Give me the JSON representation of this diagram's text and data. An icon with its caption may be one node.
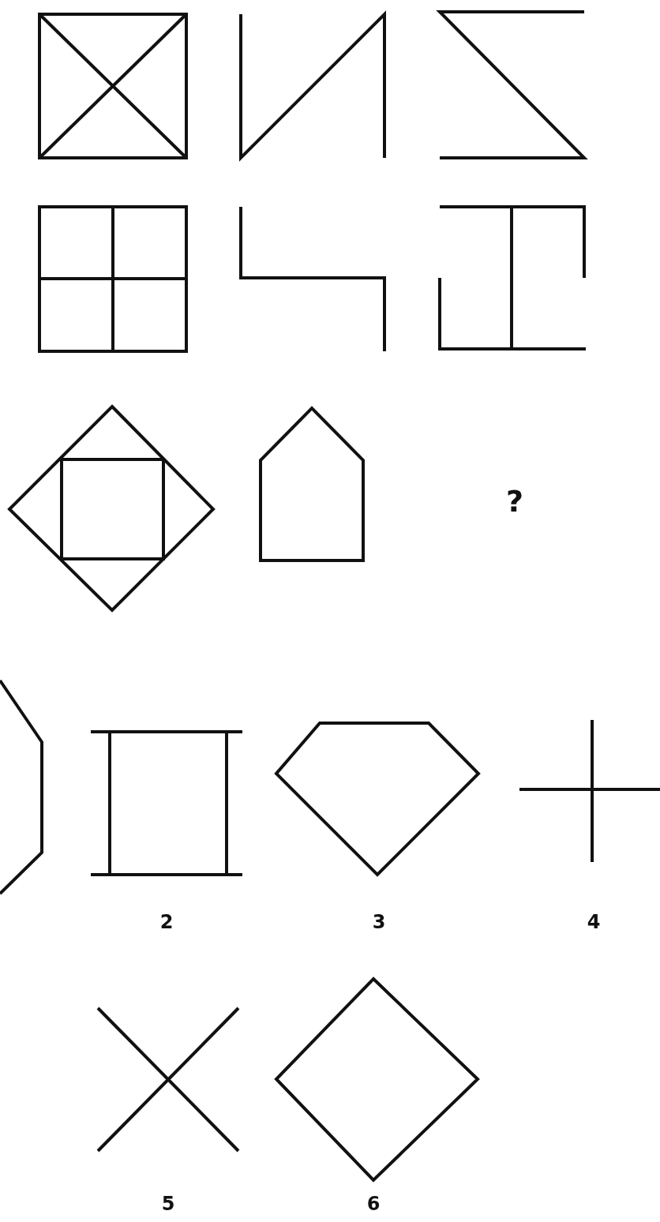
{
  "diagram": {
    "labels": [
      "?",
      "2",
      "3",
      "4",
      "5",
      "6"
    ]
  }
}
